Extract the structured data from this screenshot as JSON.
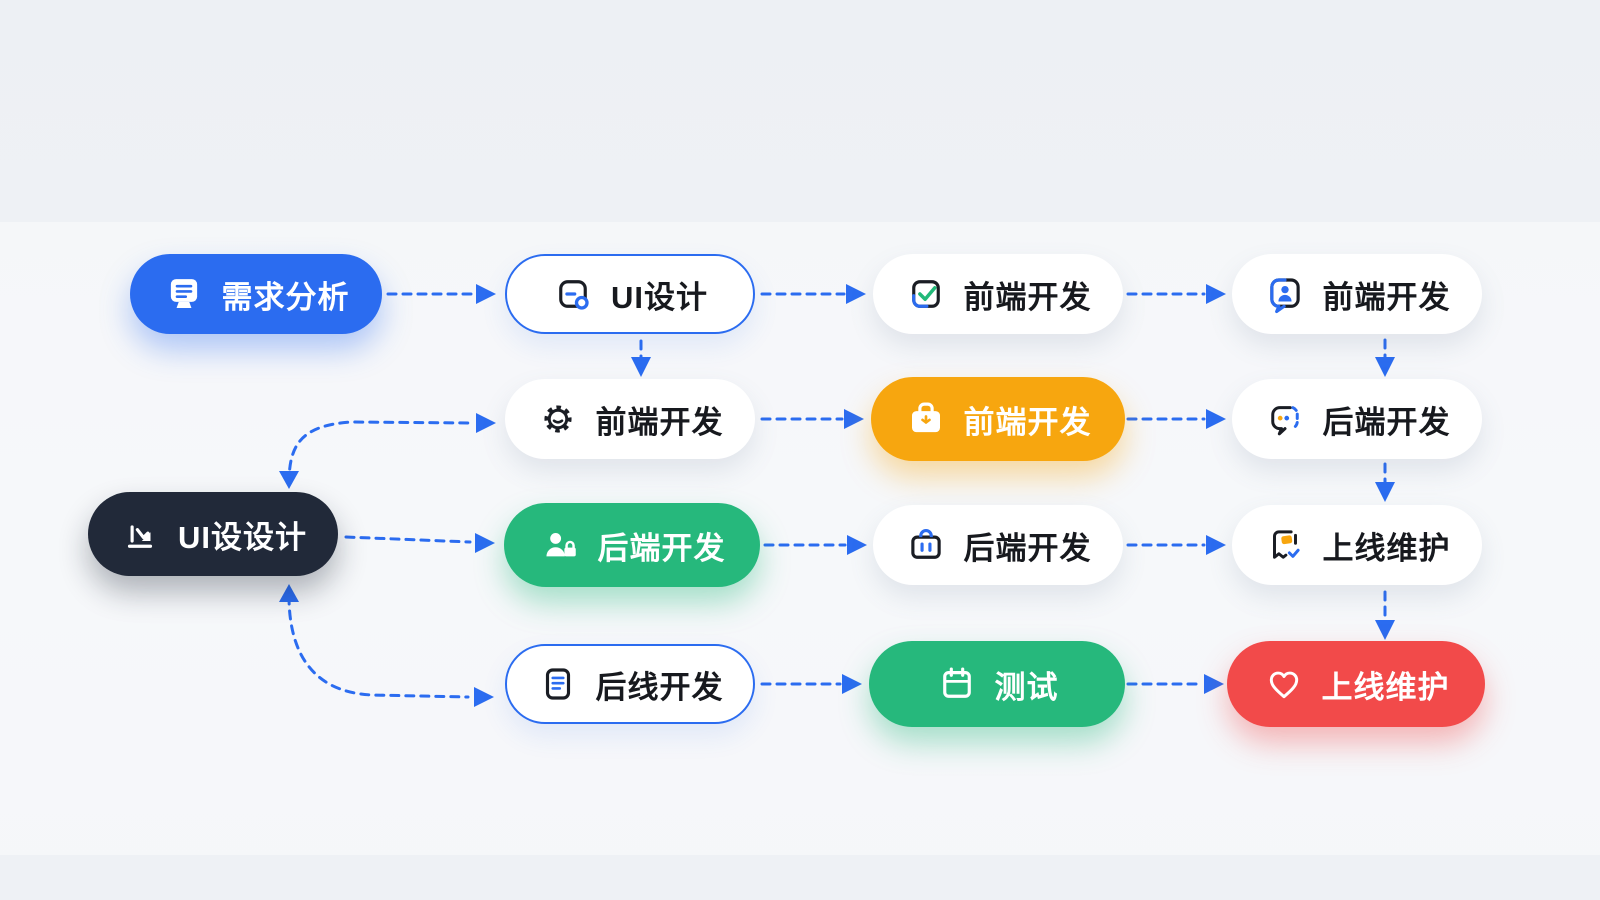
{
  "diagram": {
    "type": "flowchart",
    "language": "zh-CN",
    "nodes": [
      {
        "id": "requirement-analysis",
        "label": "需求分析",
        "variant": "blue",
        "icon": "doc-chat-icon"
      },
      {
        "id": "ui-design",
        "label": "UI设计",
        "variant": "outline",
        "icon": "frame-design-icon"
      },
      {
        "id": "frontend-dev-check",
        "label": "前端开发",
        "variant": "white",
        "icon": "checkbox-icon"
      },
      {
        "id": "frontend-dev-person",
        "label": "前端开发",
        "variant": "white",
        "icon": "person-chat-icon"
      },
      {
        "id": "frontend-dev-gear",
        "label": "前端开发",
        "variant": "white",
        "icon": "gear-icon"
      },
      {
        "id": "frontend-dev-toolbox",
        "label": "前端开发",
        "variant": "orange",
        "icon": "toolbox-icon"
      },
      {
        "id": "backend-dev-chat",
        "label": "后端开发",
        "variant": "white",
        "icon": "chat-dots-icon"
      },
      {
        "id": "ui-design-main",
        "label": "UI设设计",
        "variant": "dark",
        "icon": "chart-icon"
      },
      {
        "id": "backend-dev-user",
        "label": "后端开发",
        "variant": "green",
        "icon": "person-lock-icon"
      },
      {
        "id": "backend-dev-briefcase",
        "label": "后端开发",
        "variant": "white",
        "icon": "briefcase-icon"
      },
      {
        "id": "online-maintenance-tag",
        "label": "上线维护",
        "variant": "white",
        "icon": "tag-check-icon"
      },
      {
        "id": "backline-dev",
        "label": "后线开发",
        "variant": "outline",
        "icon": "doc-lines-icon"
      },
      {
        "id": "testing",
        "label": "测试",
        "variant": "green",
        "icon": "calendar-icon"
      },
      {
        "id": "online-maintenance-heart",
        "label": "上线维护",
        "variant": "red",
        "icon": "heart-icon"
      }
    ],
    "connections": [
      {
        "from": "requirement-analysis",
        "to": "ui-design",
        "style": "dashed-arrow"
      },
      {
        "from": "ui-design",
        "to": "frontend-dev-check",
        "style": "dashed-arrow"
      },
      {
        "from": "frontend-dev-check",
        "to": "frontend-dev-person",
        "style": "dashed-arrow"
      },
      {
        "from": "ui-design",
        "to": "frontend-dev-gear",
        "style": "dashed-arrow",
        "direction": "down"
      },
      {
        "from": "frontend-dev-gear",
        "to": "frontend-dev-toolbox",
        "style": "dashed-arrow"
      },
      {
        "from": "frontend-dev-toolbox",
        "to": "backend-dev-chat",
        "style": "dashed-arrow"
      },
      {
        "from": "frontend-dev-person",
        "to": "backend-dev-chat",
        "style": "dashed-arrow",
        "direction": "down"
      },
      {
        "from": "backend-dev-chat",
        "to": "online-maintenance-tag",
        "style": "dashed-arrow",
        "direction": "down"
      },
      {
        "from": "ui-design-main",
        "to": "frontend-dev-gear",
        "style": "dashed-curve",
        "bidirectional": true
      },
      {
        "from": "ui-design-main",
        "to": "backend-dev-user",
        "style": "dashed-arrow"
      },
      {
        "from": "backend-dev-user",
        "to": "backend-dev-briefcase",
        "style": "dashed-arrow"
      },
      {
        "from": "backend-dev-briefcase",
        "to": "online-maintenance-tag",
        "style": "dashed-arrow"
      },
      {
        "from": "online-maintenance-tag",
        "to": "online-maintenance-heart",
        "style": "dashed-arrow",
        "direction": "down"
      },
      {
        "from": "ui-design-main",
        "to": "backline-dev",
        "style": "dashed-curve",
        "bidirectional": true
      },
      {
        "from": "backline-dev",
        "to": "testing",
        "style": "dashed-arrow"
      },
      {
        "from": "testing",
        "to": "online-maintenance-heart",
        "style": "dashed-arrow"
      }
    ],
    "colors": {
      "background": "#eef1f5",
      "arrow_blue": "#2b6cf0",
      "node_blue": "#2b6cf0",
      "node_orange": "#f7a60f",
      "node_green": "#26b87c",
      "node_red": "#f24a4a",
      "node_dark": "#212939",
      "node_white": "#ffffff",
      "outline_border": "#2b6cf0",
      "text_dark": "#17191e",
      "text_light": "#ffffff",
      "icon_black": "#1a1d24",
      "icon_orange": "#f7a60f",
      "icon_green_check": "#21b979"
    }
  }
}
